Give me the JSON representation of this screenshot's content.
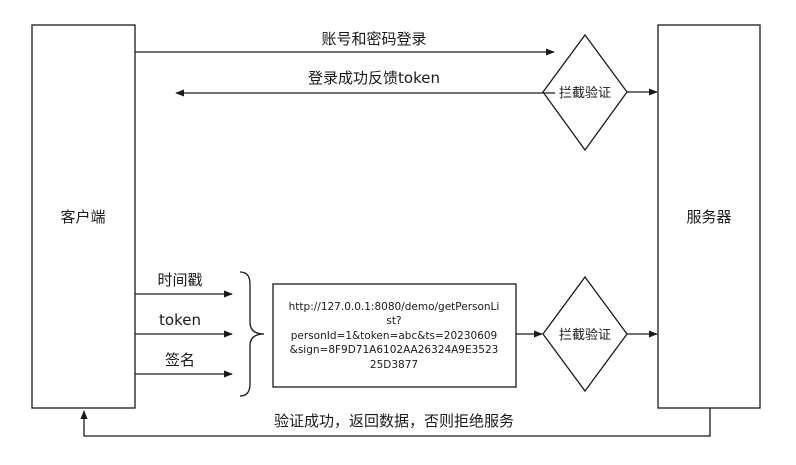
{
  "nodes": {
    "client": "客户端",
    "server": "服务器",
    "intercept_top": "拦截验证",
    "intercept_bottom": "拦截验证"
  },
  "edges": {
    "login_request": "账号和密码登录",
    "login_response": "登录成功反馈token",
    "return_data": "验证成功，返回数据，否则拒绝服务"
  },
  "params": {
    "timestamp": "时间戳",
    "token": "token",
    "signature": "签名"
  },
  "request_url": {
    "line1": "http://127.0.0.1:8080/demo/getPersonLi",
    "line2": "st?",
    "line3": "personId=1&token=abc&ts=20230609",
    "line4": "&sign=8F9D71A6102AA26324A9E3523",
    "line5": "25D3877"
  }
}
